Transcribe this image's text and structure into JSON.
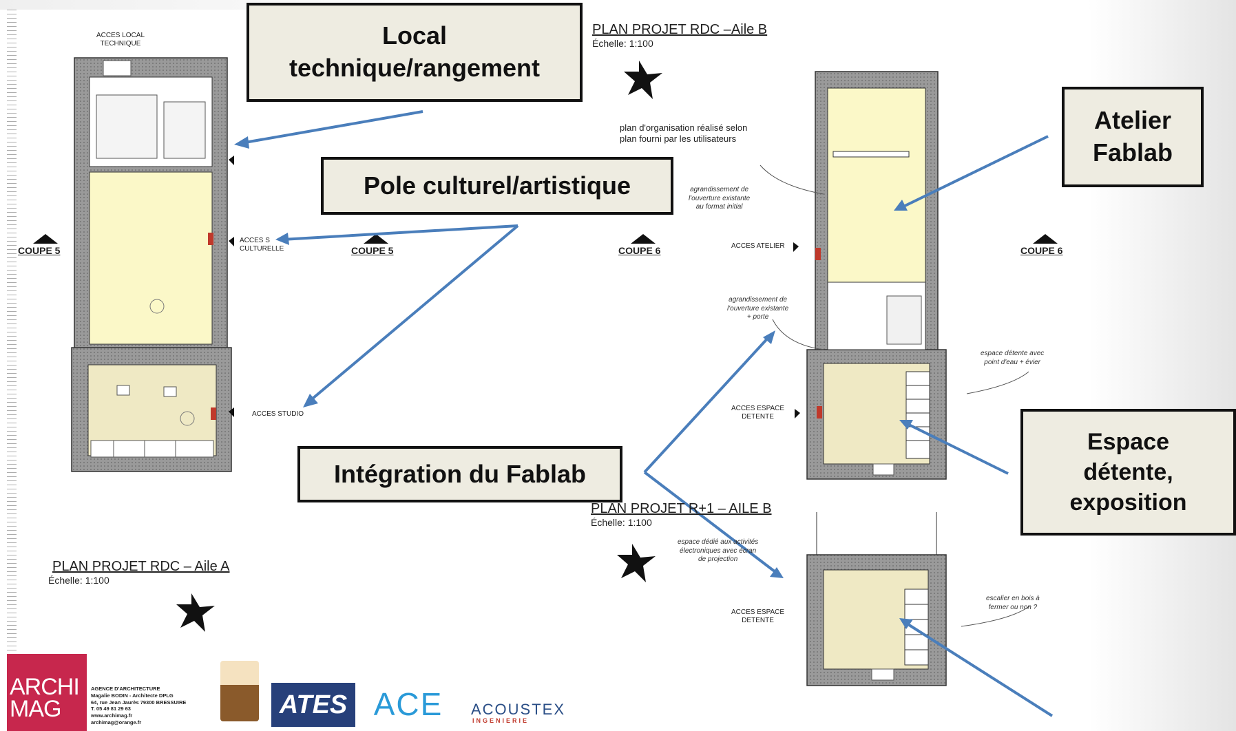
{
  "callouts": {
    "local_technique": "Local\ntechnique/rangement",
    "pole_culturel": "Pole culturel/artistique",
    "atelier_fablab": "Atelier\nFablab",
    "integration_fablab": "Intégration du Fablab",
    "espace_detente": "Espace\ndétente,\nexposition"
  },
  "plans": {
    "rdc_b": {
      "title": "PLAN PROJET RDC –Aile B",
      "scale": "Échelle: 1:100"
    },
    "r1_b": {
      "title": "PLAN PROJET R+1 – AILE B",
      "scale": "Échelle: 1:100"
    },
    "rdc_a": {
      "title": "PLAN PROJET RDC – Aile A",
      "scale": "Échelle: 1:100"
    }
  },
  "sections": {
    "coupe5": "COUPE 5",
    "coupe6": "COUPE 6"
  },
  "accesses": {
    "local_technique": "ACCES LOCAL\nTECHNIQUE",
    "culturelle": "ACCES S\nCULTURELLE",
    "studio": "ACCES STUDIO",
    "atelier": "ACCES ATELIER",
    "espace_detente": "ACCES ESPACE\nDETENTE",
    "espace_detente_r1": "ACCES ESPACE\nDETENTE"
  },
  "notes": {
    "organisation": "plan d'organisation réalisé selon\nplan fourni par les utilisateurs",
    "agrandissement_1": "agrandissement de\nl'ouverture existante\nau format initial",
    "agrandissement_2": "agrandissement de\nl'ouverture existante\n+ porte",
    "espace_detente_note": "espace détente avec\npoint d'eau + évier",
    "espace_dedie": "espace dédié aux activités\nélectroniques avec écran\nde projection",
    "escalier": "escalier en bois à\nfermer ou non ?"
  },
  "logos": {
    "archimag": "ARCHI\nMAG",
    "agence": "AGENCE D'ARCHITECTURE\nMagalie BODIN - Architecte DPLG\n64, rue Jean Jaurès 79300 BRESSUIRE\nT. 05 49 81 29 63\nwww.archimag.fr\narchimag@orange.fr",
    "ates": "ATES",
    "ace": "ACE",
    "acoustex": "ACOUSTEX",
    "acoustex_sub": "INGENIERIE"
  },
  "colors": {
    "callout_bg": "#eeece1",
    "arrow": "#4a7ebb",
    "room_yellow": "#fbf8c8",
    "room_tan": "#efe9c4",
    "wall": "#9a9a9a"
  }
}
